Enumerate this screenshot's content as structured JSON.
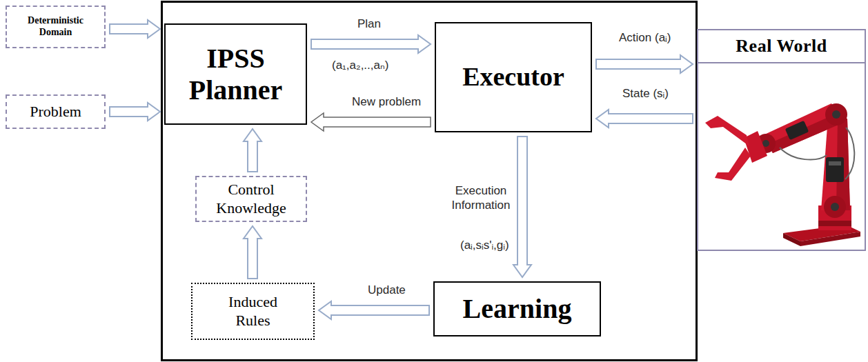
{
  "diagram": {
    "nodes": [
      {
        "text": [
          "Deterministic Domain"
        ]
      },
      {
        "text": [
          "Problem"
        ]
      },
      {
        "text": [
          "IPSS Planner"
        ]
      },
      {
        "text": [
          "Executor"
        ]
      },
      {
        "text": [
          "Real World"
        ]
      },
      {
        "text": [
          "Control Knowledge"
        ]
      },
      {
        "text": [
          "Learning"
        ]
      },
      {
        "text": [
          "Induced Rules"
        ]
      }
    ],
    "edges": [
      {
        "from": 0,
        "to": 2,
        "arrow": "to"
      },
      {
        "from": 1,
        "to": 2,
        "arrow": "to"
      },
      {
        "from": 2,
        "to": 3,
        "label": "Plan",
        "arrow": "to"
      },
      {
        "from": 3,
        "to": 2,
        "label": "New problem",
        "arrow": "to"
      },
      {
        "from": 3,
        "to": 4,
        "label": "Action (aᵢ)",
        "arrow": "to"
      },
      {
        "from": 4,
        "to": 3,
        "label": "State (sᵢ)",
        "arrow": "to"
      },
      {
        "from": 3,
        "to": 6,
        "label": "Execution Information",
        "arrow": "to"
      },
      {
        "from": 6,
        "to": 7,
        "label": "Update",
        "arrow": "to"
      },
      {
        "from": 7,
        "to": 5,
        "arrow": "to"
      },
      {
        "from": 5,
        "to": 2,
        "arrow": "to"
      }
    ],
    "labels": [
      "(a₁,a₂,..,aₙ)",
      "(aᵢ,sᵢs'ᵢ,gᵢ)"
    ]
  }
}
